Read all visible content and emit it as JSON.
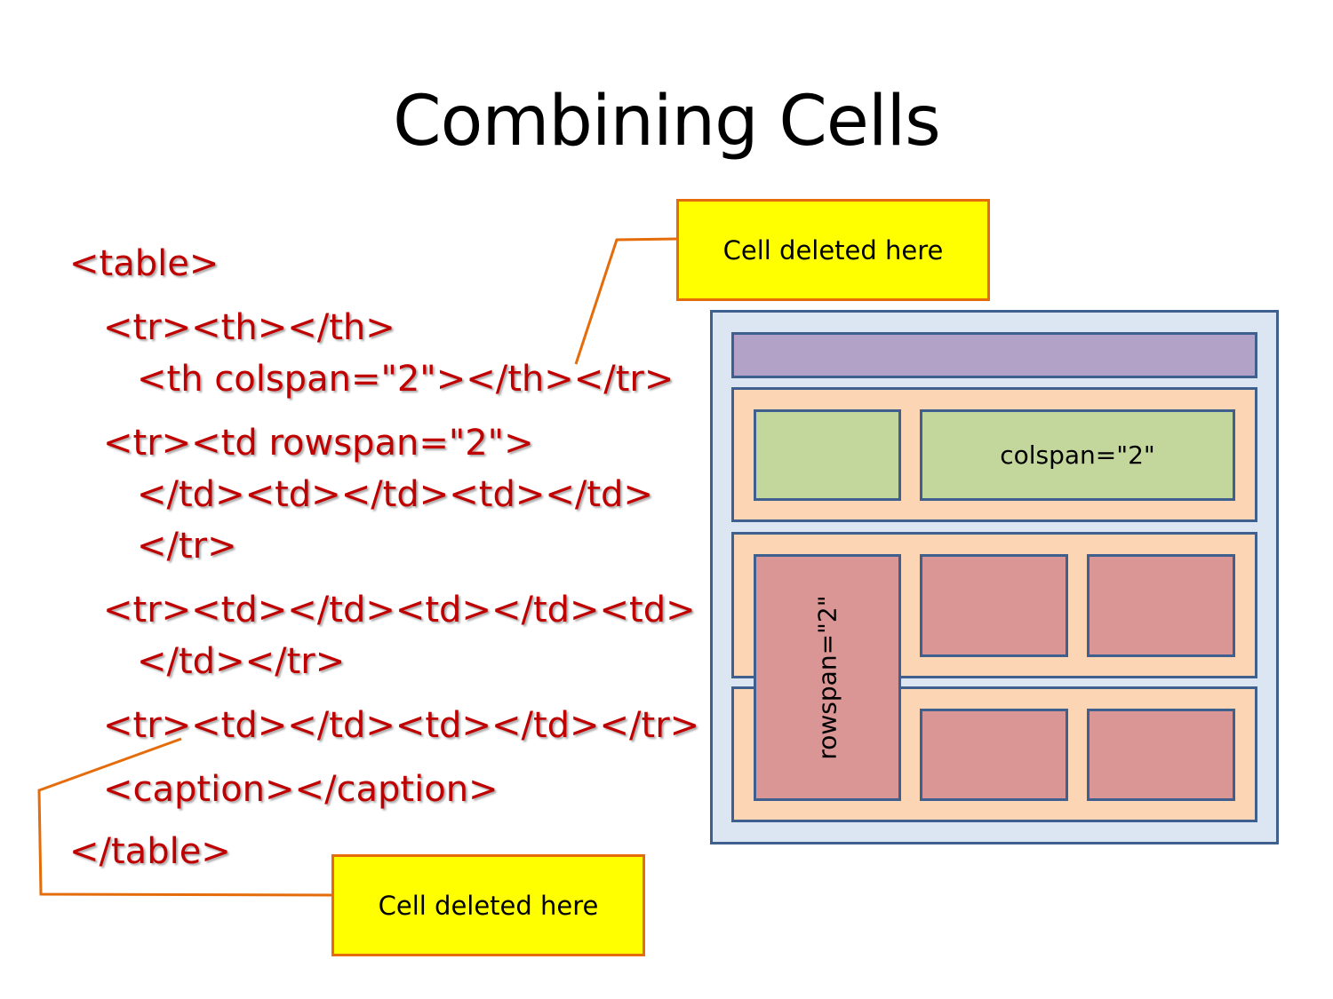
{
  "slide": {
    "title": "Combining Cells"
  },
  "code": {
    "line1": "<table>",
    "line2": "<tr><th></th>",
    "line3": "<th colspan=\"2\"></th></tr>",
    "line4": "<tr><td rowspan=\"2\">",
    "line5": "</td><td></td><td></td>",
    "line6": "</tr>",
    "line7": "<tr><td></td><td></td><td>",
    "line8": "</td></tr>",
    "line9": "<tr><td></td><td></td></tr>",
    "line10": "<caption></caption>",
    "line11": "</table>"
  },
  "callouts": {
    "top": "Cell deleted here",
    "bottom": "Cell deleted here"
  },
  "diagram": {
    "colspan_label": "colspan=\"2\"",
    "rowspan_label": "rowspan=\"2\""
  },
  "colors": {
    "code_text": "#c00000",
    "callout_fill": "#ffff00",
    "callout_border": "#e46c0a",
    "table_bg": "#dce6f2",
    "header_row": "#b3a2c7",
    "row_bg": "#fcd5b5",
    "th_cell": "#c3d69b",
    "td_cell": "#d99694",
    "cell_border": "#3f5f8f"
  }
}
